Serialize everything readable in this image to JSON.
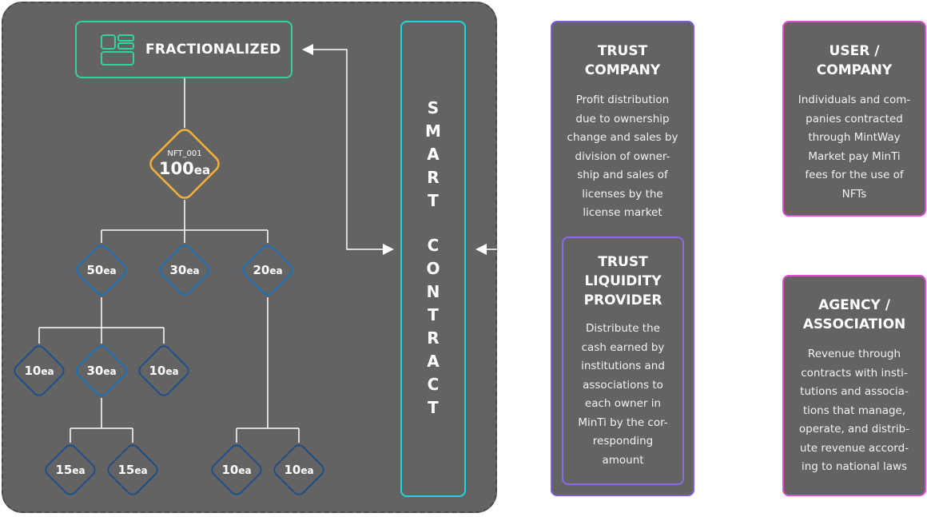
{
  "fractionalized": {
    "label": "FRACTIONALIZED"
  },
  "smart_contract": {
    "letters": [
      "S",
      "M",
      "A",
      "R",
      "T",
      "C",
      "O",
      "N",
      "T",
      "R",
      "A",
      "C",
      "T"
    ]
  },
  "tree": {
    "root": {
      "id_label": "NFT_001",
      "value": "100",
      "unit": "ea"
    },
    "level1": [
      {
        "value": "50",
        "unit": "ea"
      },
      {
        "value": "30",
        "unit": "ea"
      },
      {
        "value": "20",
        "unit": "ea"
      }
    ],
    "level2": [
      {
        "value": "10",
        "unit": "ea"
      },
      {
        "value": "30",
        "unit": "ea"
      },
      {
        "value": "10",
        "unit": "ea"
      }
    ],
    "level3": [
      {
        "value": "15",
        "unit": "ea"
      },
      {
        "value": "15",
        "unit": "ea"
      },
      {
        "value": "10",
        "unit": "ea"
      },
      {
        "value": "10",
        "unit": "ea"
      }
    ]
  },
  "cards": {
    "trust_company": {
      "title": "TRUST COMPANY",
      "lines": [
        "Profit distribution",
        "due to ownership",
        "change and sales by",
        "division of owner-",
        "ship and sales of",
        "licenses by the",
        "license market"
      ]
    },
    "trust_liquidity_provider": {
      "title": "TRUST LIQUIDITY PROVIDER",
      "lines": [
        "Distribute the",
        "cash earned by",
        "institutions and",
        "associations to",
        "each owner in",
        "MinTi by the cor-",
        "responding",
        "amount"
      ]
    },
    "user_company": {
      "title": "USER / COMPANY",
      "lines": [
        "Individuals and com-",
        "panies contracted",
        "through MintWay",
        "Market pay MinTi",
        "fees for the use of",
        "NFTs"
      ]
    },
    "agency_association": {
      "title": "AGENCY / ASSOCIATION",
      "lines": [
        "Revenue through",
        "contracts with insti-",
        "tutions and associa-",
        "tions that manage,",
        "operate, and distrib-",
        "ute revenue accord-",
        "ing to national laws"
      ]
    }
  },
  "colors": {
    "panel": "#636363",
    "fractionalized_border": "#2ed69a",
    "smart_contract_border": "#1fd3e0",
    "root_node_border": "#f3b13a",
    "child_node_border": "#1d6fb8",
    "trust_card_border": "#7b5ce0",
    "user_card_border": "#e04fd0",
    "connector": "#ffffff"
  }
}
